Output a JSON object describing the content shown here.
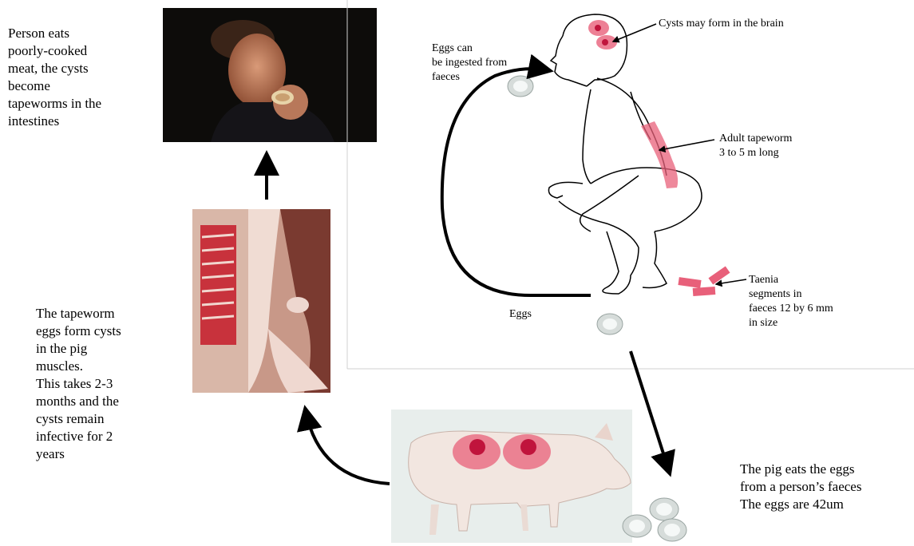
{
  "captions": {
    "person": "Person eats\npoorly-cooked\nmeat, the cysts\nbecome\ntapeworms in the\nintestines",
    "pig_muscle": "The tapeworm\neggs form cysts\nin the pig\nmuscles.\nThis takes 2-3\nmonths and the\ncysts remain\ninfective for 2\nyears",
    "pig_eats": "The pig eats the eggs\nfrom a person’s faeces\nThe eggs are 42um"
  },
  "human_diagram": {
    "cysts_brain": "Cysts may form in the brain",
    "eggs_ingested": "Eggs can\nbe ingested from\nfaeces",
    "adult_tapeworm": "Adult tapeworm\n3 to 5 m long",
    "segments": "Taenia\nsegments in\nfaeces 12 by 6 mm\nin size",
    "eggs": "Eggs"
  },
  "colors": {
    "arrow": "#000000",
    "cyst_pink": "#e8607a",
    "cyst_dark": "#c0143c",
    "pig_skin": "#f2e6e0",
    "meat_red": "#c8323c"
  }
}
